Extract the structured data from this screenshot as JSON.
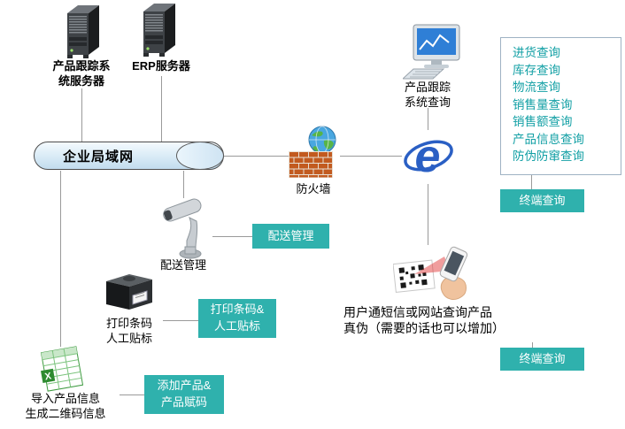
{
  "colors": {
    "teal_box": "#2fb1ad",
    "teal_text": "#13a0a5",
    "line": "#9a9a9a",
    "lan_fill": "#d8eaf6"
  },
  "icons": {
    "tracking_server": "server-tower-icon",
    "erp_server": "server-tower-icon",
    "firewall": "firewall-globe-icon",
    "tracking_query": "desktop-computer-icon",
    "browser": "internet-explorer-icon",
    "browser_letter": "e",
    "scanner": "barcode-scanner-icon",
    "printer": "label-printer-icon",
    "spreadsheet": "spreadsheet-icon",
    "spreadsheet_letter": "X",
    "mobile_scan": "phone-qr-scan-icon"
  },
  "nodes": {
    "tracking_server": {
      "label": "产品跟踪系\n统服务器"
    },
    "erp_server": {
      "label": "ERP服务器"
    },
    "lan": {
      "label": "企业局域网"
    },
    "firewall": {
      "label": "防火墙"
    },
    "tracking_query": {
      "label": "产品跟踪\n系统查询"
    },
    "scanner": {
      "label": "配送管理"
    },
    "printer": {
      "label": "打印条码\n人工贴标"
    },
    "import_sheet": {
      "label": "导入产品信息\n生成二维码信息"
    },
    "user_query": {
      "label": "用户通短信或网站查询产品\n真伪（需要的话也可以增加）"
    }
  },
  "tags": {
    "terminal_query_top": "终端查询",
    "terminal_query_bottom": "终端查询",
    "delivery": "配送管理",
    "print": "打印条码&\n人工贴标",
    "add_product": "添加产品&\n产品赋码"
  },
  "query_list": {
    "items": [
      "进货查询",
      "库存查询",
      "物流查询",
      "销售量查询",
      "销售额查询",
      "产品信息查询",
      "防伪防窜查询"
    ]
  }
}
